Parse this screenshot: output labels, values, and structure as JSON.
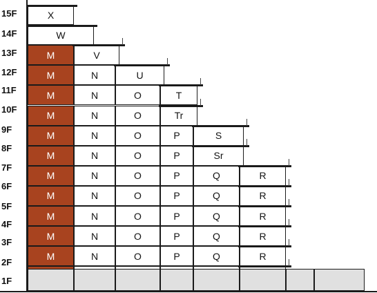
{
  "colors": {
    "highlight_unit": "#a8431f",
    "base_floor": "#e0e0e0",
    "line": "#1a1a1a"
  },
  "floors": [
    "15F",
    "14F",
    "13F",
    "12F",
    "11F",
    "10F",
    "9F",
    "8F",
    "7F",
    "6F",
    "5F",
    "4F",
    "3F",
    "2F",
    "1F"
  ],
  "rows": [
    {
      "floor": "15F",
      "units": [
        "X"
      ]
    },
    {
      "floor": "14F",
      "units": [
        "W"
      ]
    },
    {
      "floor": "13F",
      "units": [
        "M",
        "V"
      ]
    },
    {
      "floor": "12F",
      "units": [
        "M",
        "N",
        "U"
      ]
    },
    {
      "floor": "11F",
      "units": [
        "M",
        "N",
        "O",
        "T"
      ]
    },
    {
      "floor": "10F",
      "units": [
        "M",
        "N",
        "O",
        "Tr"
      ]
    },
    {
      "floor": "9F",
      "units": [
        "M",
        "N",
        "O",
        "P",
        "S"
      ]
    },
    {
      "floor": "8F",
      "units": [
        "M",
        "N",
        "O",
        "P",
        "Sr"
      ]
    },
    {
      "floor": "7F",
      "units": [
        "M",
        "N",
        "O",
        "P",
        "Q",
        "R"
      ]
    },
    {
      "floor": "6F",
      "units": [
        "M",
        "N",
        "O",
        "P",
        "Q",
        "R"
      ]
    },
    {
      "floor": "5F",
      "units": [
        "M",
        "N",
        "O",
        "P",
        "Q",
        "R"
      ]
    },
    {
      "floor": "4F",
      "units": [
        "M",
        "N",
        "O",
        "P",
        "Q",
        "R"
      ]
    },
    {
      "floor": "3F",
      "units": [
        "M",
        "N",
        "O",
        "P",
        "Q",
        "R"
      ]
    },
    {
      "floor": "2F",
      "units": [
        "M",
        "N",
        "O",
        "P",
        "Q",
        "R"
      ]
    }
  ]
}
